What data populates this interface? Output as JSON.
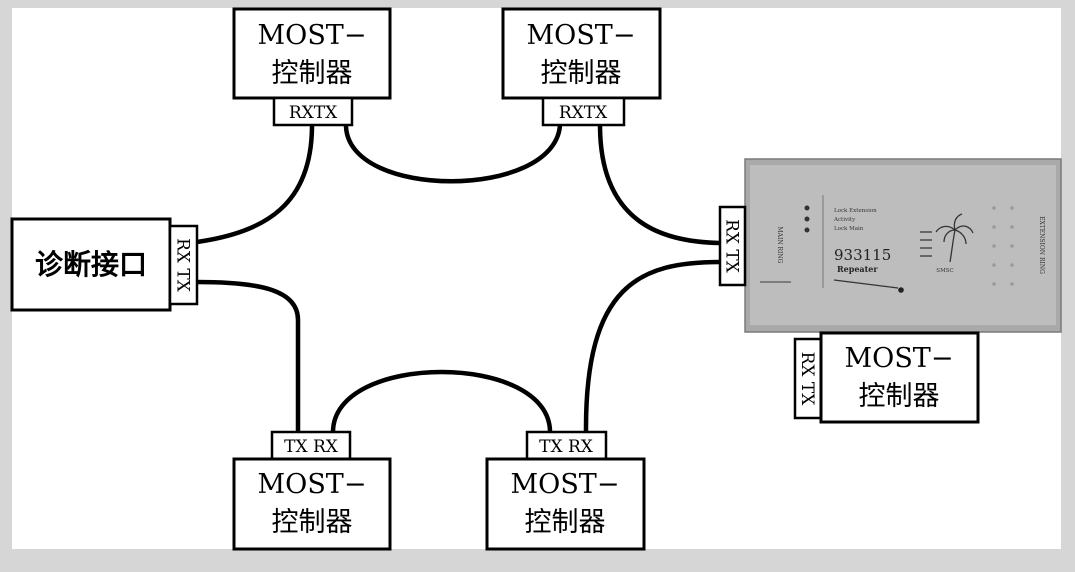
{
  "diagnostic_interface": {
    "label": "诊断接口",
    "port": "RX TX"
  },
  "controllers": [
    {
      "id": "top-left",
      "line1": "MOST−",
      "line2": "控制器",
      "port": "RXTX"
    },
    {
      "id": "top-right",
      "line1": "MOST−",
      "line2": "控制器",
      "port": "RXTX"
    },
    {
      "id": "bottom-left",
      "line1": "MOST−",
      "line2": "控制器",
      "port": "TX RX"
    },
    {
      "id": "bottom-right",
      "line1": "MOST−",
      "line2": "控制器",
      "port": "TX RX"
    },
    {
      "id": "right",
      "line1": "MOST−",
      "line2": "控制器",
      "port": "RX TX"
    }
  ],
  "repeater_device": {
    "port": "RX TX",
    "display_number": "933115",
    "display_label": "Repeater",
    "status_lines": [
      "Lock Extension",
      "Activity",
      "Lock Main"
    ],
    "left_side_label": "MAIN RING",
    "right_side_label": "EXTENSION RING",
    "brand": "SMSC"
  }
}
